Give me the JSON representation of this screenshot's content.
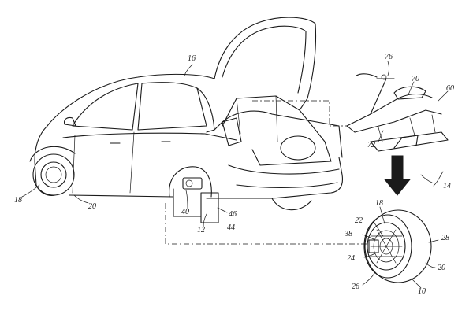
{
  "figure": {
    "reference_numerals": [
      {
        "id": "r16",
        "text": "16"
      },
      {
        "id": "r76",
        "text": "76"
      },
      {
        "id": "r70",
        "text": "70"
      },
      {
        "id": "r60",
        "text": "60"
      },
      {
        "id": "r72",
        "text": "72"
      },
      {
        "id": "r14",
        "text": "14"
      },
      {
        "id": "r18a",
        "text": "18"
      },
      {
        "id": "r20a",
        "text": "20"
      },
      {
        "id": "r40",
        "text": "40"
      },
      {
        "id": "r12",
        "text": "12"
      },
      {
        "id": "r46",
        "text": "46"
      },
      {
        "id": "r44",
        "text": "44"
      },
      {
        "id": "r18b",
        "text": "18"
      },
      {
        "id": "r22",
        "text": "22"
      },
      {
        "id": "r38",
        "text": "38"
      },
      {
        "id": "r24",
        "text": "24"
      },
      {
        "id": "r28",
        "text": "28"
      },
      {
        "id": "r20b",
        "text": "20"
      },
      {
        "id": "r26",
        "text": "26"
      },
      {
        "id": "r10",
        "text": "10"
      }
    ]
  },
  "colors": {
    "ink": "#1a1a1a",
    "paper": "#ffffff"
  }
}
